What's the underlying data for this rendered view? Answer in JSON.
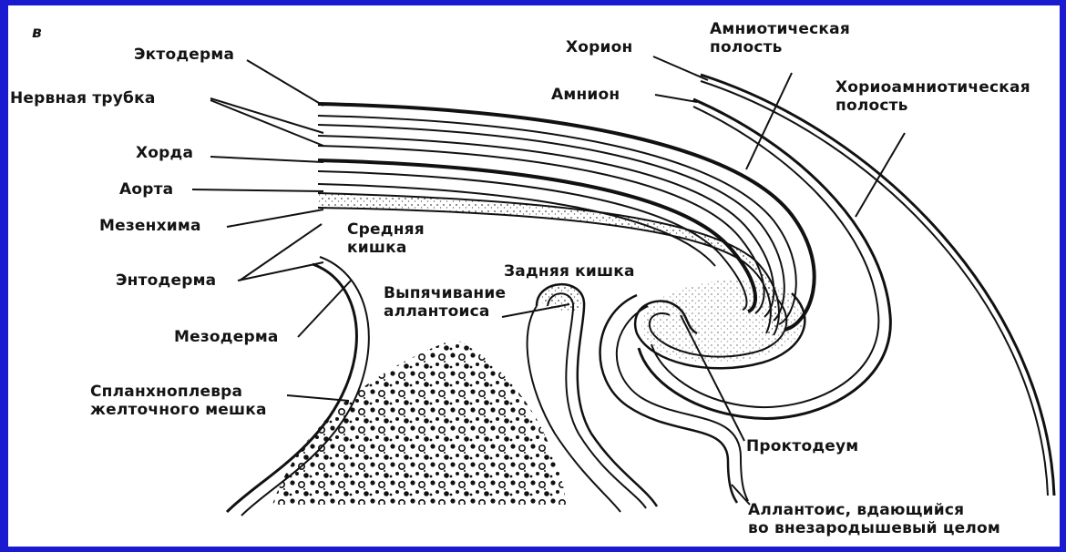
{
  "figure": {
    "panel_letter": "в",
    "labels": {
      "ectoderm": "Эктодерма",
      "neural_tube": "Нервная трубка",
      "notochord": "Хорда",
      "aorta": "Аорта",
      "mesenchyme": "Мезенхима",
      "endoderm": "Энтодерма",
      "mesoderm": "Мезодерма",
      "splanchno_line1": "Спланхноплевра",
      "splanchno_line2": "желточного мешка",
      "midgut_line1": "Средняя",
      "midgut_line2": "кишка",
      "hindgut": "Задняя кишка",
      "allantois_bulge_line1": "Выпячивание",
      "allantois_bulge_line2": "аллантоиса",
      "chorion": "Хорион",
      "amnion": "Амнион",
      "amniotic_line1": "Амниотическая",
      "amniotic_line2": "полость",
      "chorioamniotic_line1": "Хориоамниотическая",
      "chorioamniotic_line2": "полость",
      "proctodeum": "Проктодеум",
      "allantois_line1": "Аллантоис, вдающийся",
      "allantois_line2": "во внезародышевый целом"
    }
  },
  "colors": {
    "frame": "#1a1ad0",
    "background": "#ffffff",
    "ink": "#141414"
  }
}
